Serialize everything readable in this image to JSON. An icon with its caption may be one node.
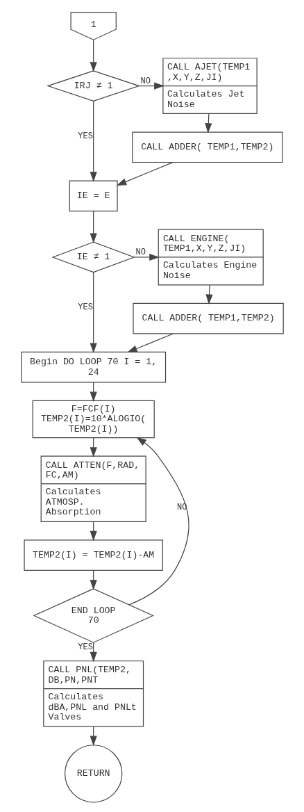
{
  "diagram": {
    "nodes": [
      {
        "text": [
          "1"
        ]
      },
      {
        "text": [
          "IRJ ≠ 1"
        ]
      },
      {
        "text": [
          "CALL AJET(TEMP1 ,X,Y,Z,JI)",
          "Calculates Jet Noise"
        ]
      },
      {
        "text": [
          "CALL ADDER( TEMP1,TEMP2)"
        ]
      },
      {
        "text": [
          "IE = E"
        ]
      },
      {
        "text": [
          "IE ≠ 1"
        ]
      },
      {
        "text": [
          "CALL ENGINE( TEMP1,X,Y,Z,JI)",
          "Calculates Engine Noise"
        ]
      },
      {
        "text": [
          "CALL ADDER( TEMP1,TEMP2)"
        ]
      },
      {
        "text": [
          "Begin DO LOOP 70 I = 1, 24"
        ]
      },
      {
        "text": [
          "F=FCF(I) TEMP2(I)=10*ALOGIO( TEMP2(I))"
        ]
      },
      {
        "text": [
          "CALL ATTEN(F,RAD, FC,AM)",
          "Calculates ATMOSP. Absorption"
        ]
      },
      {
        "text": [
          "TEMP2(I) = TEMP2(I)-AM"
        ]
      },
      {
        "text": [
          "END LOOP 70"
        ]
      },
      {
        "text": [
          "CALL PNL(TEMP2, DB,PN,PNT",
          "Calculates dBA,PNL and PNLt Valves"
        ]
      },
      {
        "text": [
          "RETURN"
        ]
      }
    ],
    "edges": [
      {
        "from": 0,
        "to": 1,
        "arrow": "to"
      },
      {
        "from": 1,
        "to": 2,
        "arrow": "to",
        "label": "NO"
      },
      {
        "from": 2,
        "to": 3,
        "arrow": "to"
      },
      {
        "from": 1,
        "to": 4,
        "arrow": "to",
        "label": "YES"
      },
      {
        "from": 3,
        "to": 4,
        "arrow": "to"
      },
      {
        "from": 4,
        "to": 5,
        "arrow": "to"
      },
      {
        "from": 5,
        "to": 6,
        "arrow": "to",
        "label": "NO"
      },
      {
        "from": 6,
        "to": 7,
        "arrow": "to"
      },
      {
        "from": 5,
        "to": 8,
        "arrow": "to",
        "label": "YES"
      },
      {
        "from": 7,
        "to": 8,
        "arrow": "to"
      },
      {
        "from": 8,
        "to": 9,
        "arrow": "to"
      },
      {
        "from": 9,
        "to": 10,
        "arrow": "to"
      },
      {
        "from": 10,
        "to": 11,
        "arrow": "to"
      },
      {
        "from": 11,
        "to": 12,
        "arrow": "to"
      },
      {
        "from": 12,
        "to": 9,
        "arrow": "to",
        "label": "NO"
      },
      {
        "from": 12,
        "to": 13,
        "arrow": "to",
        "label": "YES"
      },
      {
        "from": 13,
        "to": 14,
        "arrow": "to"
      }
    ]
  }
}
